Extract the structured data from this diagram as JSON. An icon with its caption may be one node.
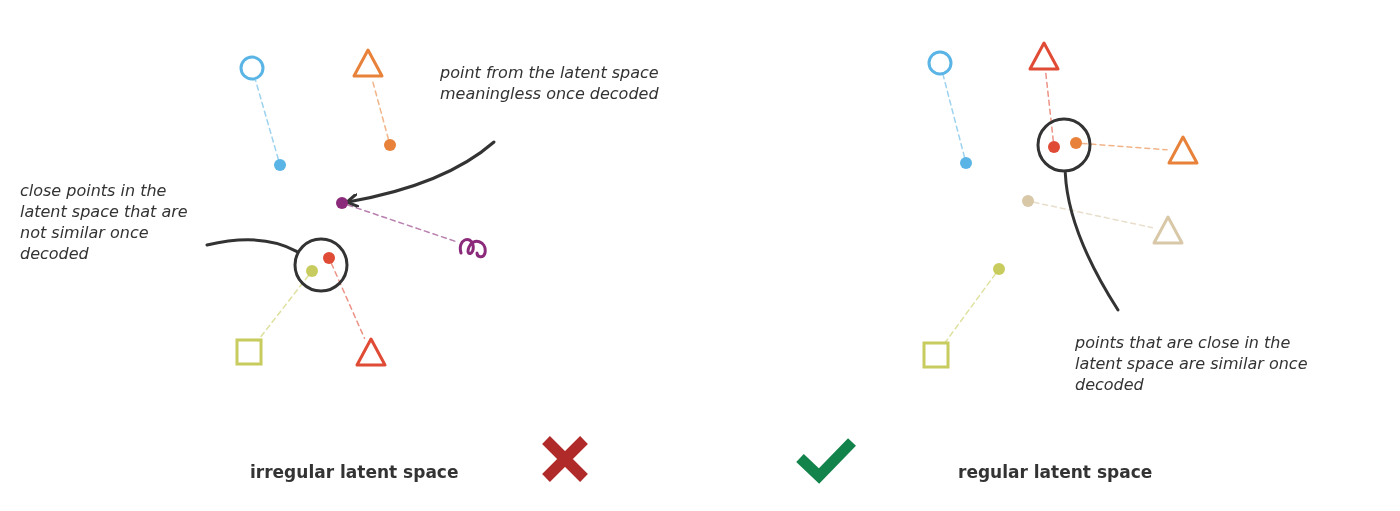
{
  "diagram": {
    "nodes": [
      {
        "text": [],
        "shape": "circle"
      },
      {
        "text": [],
        "shape": "dot"
      },
      {
        "text": [],
        "shape": "triangle"
      },
      {
        "text": [],
        "shape": "dot"
      },
      {
        "text": [],
        "shape": "dot"
      },
      {
        "text": [],
        "shape": "knot"
      },
      {
        "text": [],
        "shape": "circle"
      },
      {
        "text": [],
        "shape": "dot",
        "in": 6
      },
      {
        "text": [],
        "shape": "dot",
        "in": 6
      },
      {
        "text": [],
        "shape": "box"
      },
      {
        "text": [],
        "shape": "triangle"
      },
      {
        "text": [
          "point from the latent space meaningless once decoded"
        ]
      },
      {
        "text": [
          "close points in the latent space that are not similar once decoded"
        ]
      },
      {
        "text": [],
        "shape": "circle"
      },
      {
        "text": [],
        "shape": "dot"
      },
      {
        "text": [],
        "shape": "triangle"
      },
      {
        "text": [],
        "shape": "circle"
      },
      {
        "text": [],
        "shape": "dot",
        "in": 16
      },
      {
        "text": [],
        "shape": "dot",
        "in": 16
      },
      {
        "text": [],
        "shape": "triangle"
      },
      {
        "text": [],
        "shape": "dot"
      },
      {
        "text": [],
        "shape": "triangle"
      },
      {
        "text": [],
        "shape": "dot"
      },
      {
        "text": [],
        "shape": "box"
      },
      {
        "text": [
          "points that are close in the latent space are similar once decoded"
        ]
      }
    ],
    "edges": [
      {
        "from": 1,
        "to": 0,
        "arrow": "none",
        "style": "dashed",
        "color": "#5ab4e5"
      },
      {
        "from": 3,
        "to": 2,
        "arrow": "none",
        "style": "dashed",
        "color": "#e8823a"
      },
      {
        "from": 4,
        "to": 5,
        "arrow": "none",
        "style": "dashed",
        "color": "#8b2a7a"
      },
      {
        "from": 7,
        "to": 9,
        "arrow": "none",
        "style": "dashed",
        "color": "#c8cc5e"
      },
      {
        "from": 8,
        "to": 10,
        "arrow": "none",
        "style": "dashed",
        "color": "#e04b35"
      },
      {
        "from": 11,
        "to": 4,
        "arrow": "to"
      },
      {
        "from": 12,
        "to": 6,
        "arrow": "none"
      },
      {
        "from": 14,
        "to": 13,
        "arrow": "none",
        "style": "dashed",
        "color": "#5ab4e5"
      },
      {
        "from": 17,
        "to": 15,
        "arrow": "none",
        "style": "dashed",
        "color": "#e04b35"
      },
      {
        "from": 18,
        "to": 19,
        "arrow": "none",
        "style": "dashed",
        "color": "#e8823a"
      },
      {
        "from": 20,
        "to": 21,
        "arrow": "none",
        "style": "dashed",
        "color": "#d8c8a8"
      },
      {
        "from": 22,
        "to": 23,
        "arrow": "none",
        "style": "dashed",
        "color": "#c8cc5e"
      },
      {
        "from": 24,
        "to": 16,
        "arrow": "none"
      }
    ],
    "labels": [
      "irregular latent space",
      "regular latent space"
    ]
  }
}
